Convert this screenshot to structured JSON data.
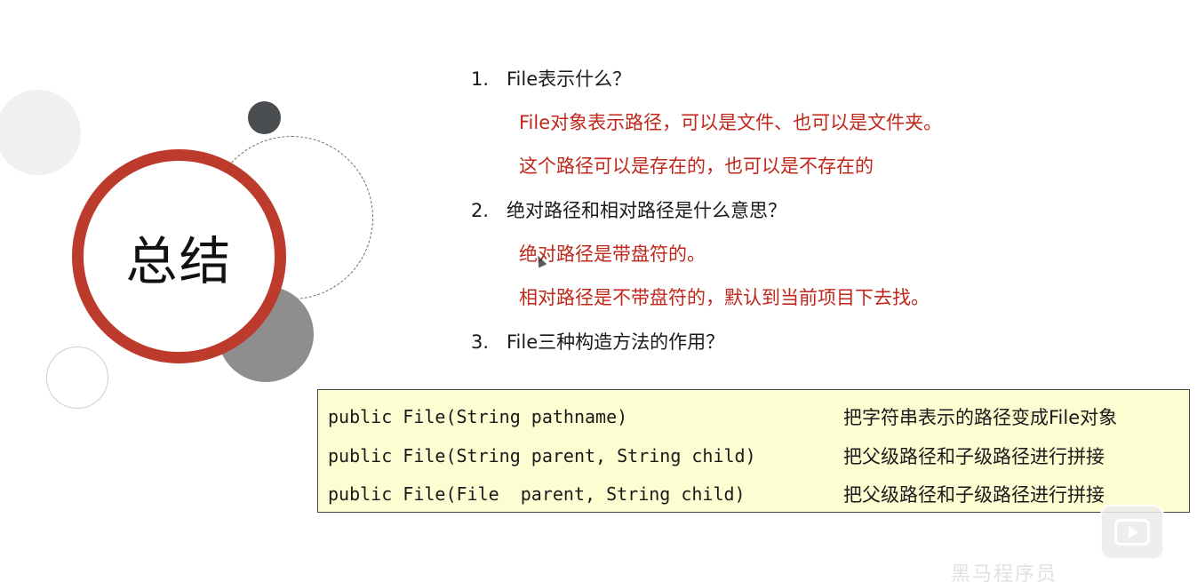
{
  "slide": {
    "title": "总结",
    "colors": {
      "accent_ring": "#bd3b2c",
      "answer_text": "#c0271b",
      "code_background": "#fdfdd2"
    }
  },
  "questions": [
    {
      "number": "1.",
      "text": "File表示什么？",
      "answers": [
        "File对象表示路径，可以是文件、也可以是文件夹。",
        "这个路径可以是存在的，也可以是不存在的"
      ]
    },
    {
      "number": "2.",
      "text": "绝对路径和相对路径是什么意思？",
      "answers": [
        "绝对路径是带盘符的。",
        "相对路径是不带盘符的，默认到当前项目下去找。"
      ]
    },
    {
      "number": "3.",
      "text": "File三种构造方法的作用？",
      "answers": []
    }
  ],
  "constructors": [
    {
      "signature": "public File(String pathname)",
      "description": "把字符串表示的路径变成File对象"
    },
    {
      "signature": "public File(String parent, String child)",
      "description": "把父级路径和子级路径进行拼接"
    },
    {
      "signature": "public File(File  parent, String child)",
      "description": "把父级路径和子级路径进行拼接"
    }
  ],
  "overlay": {
    "play_icon": "play-icon",
    "watermark": "黑马程序员"
  }
}
